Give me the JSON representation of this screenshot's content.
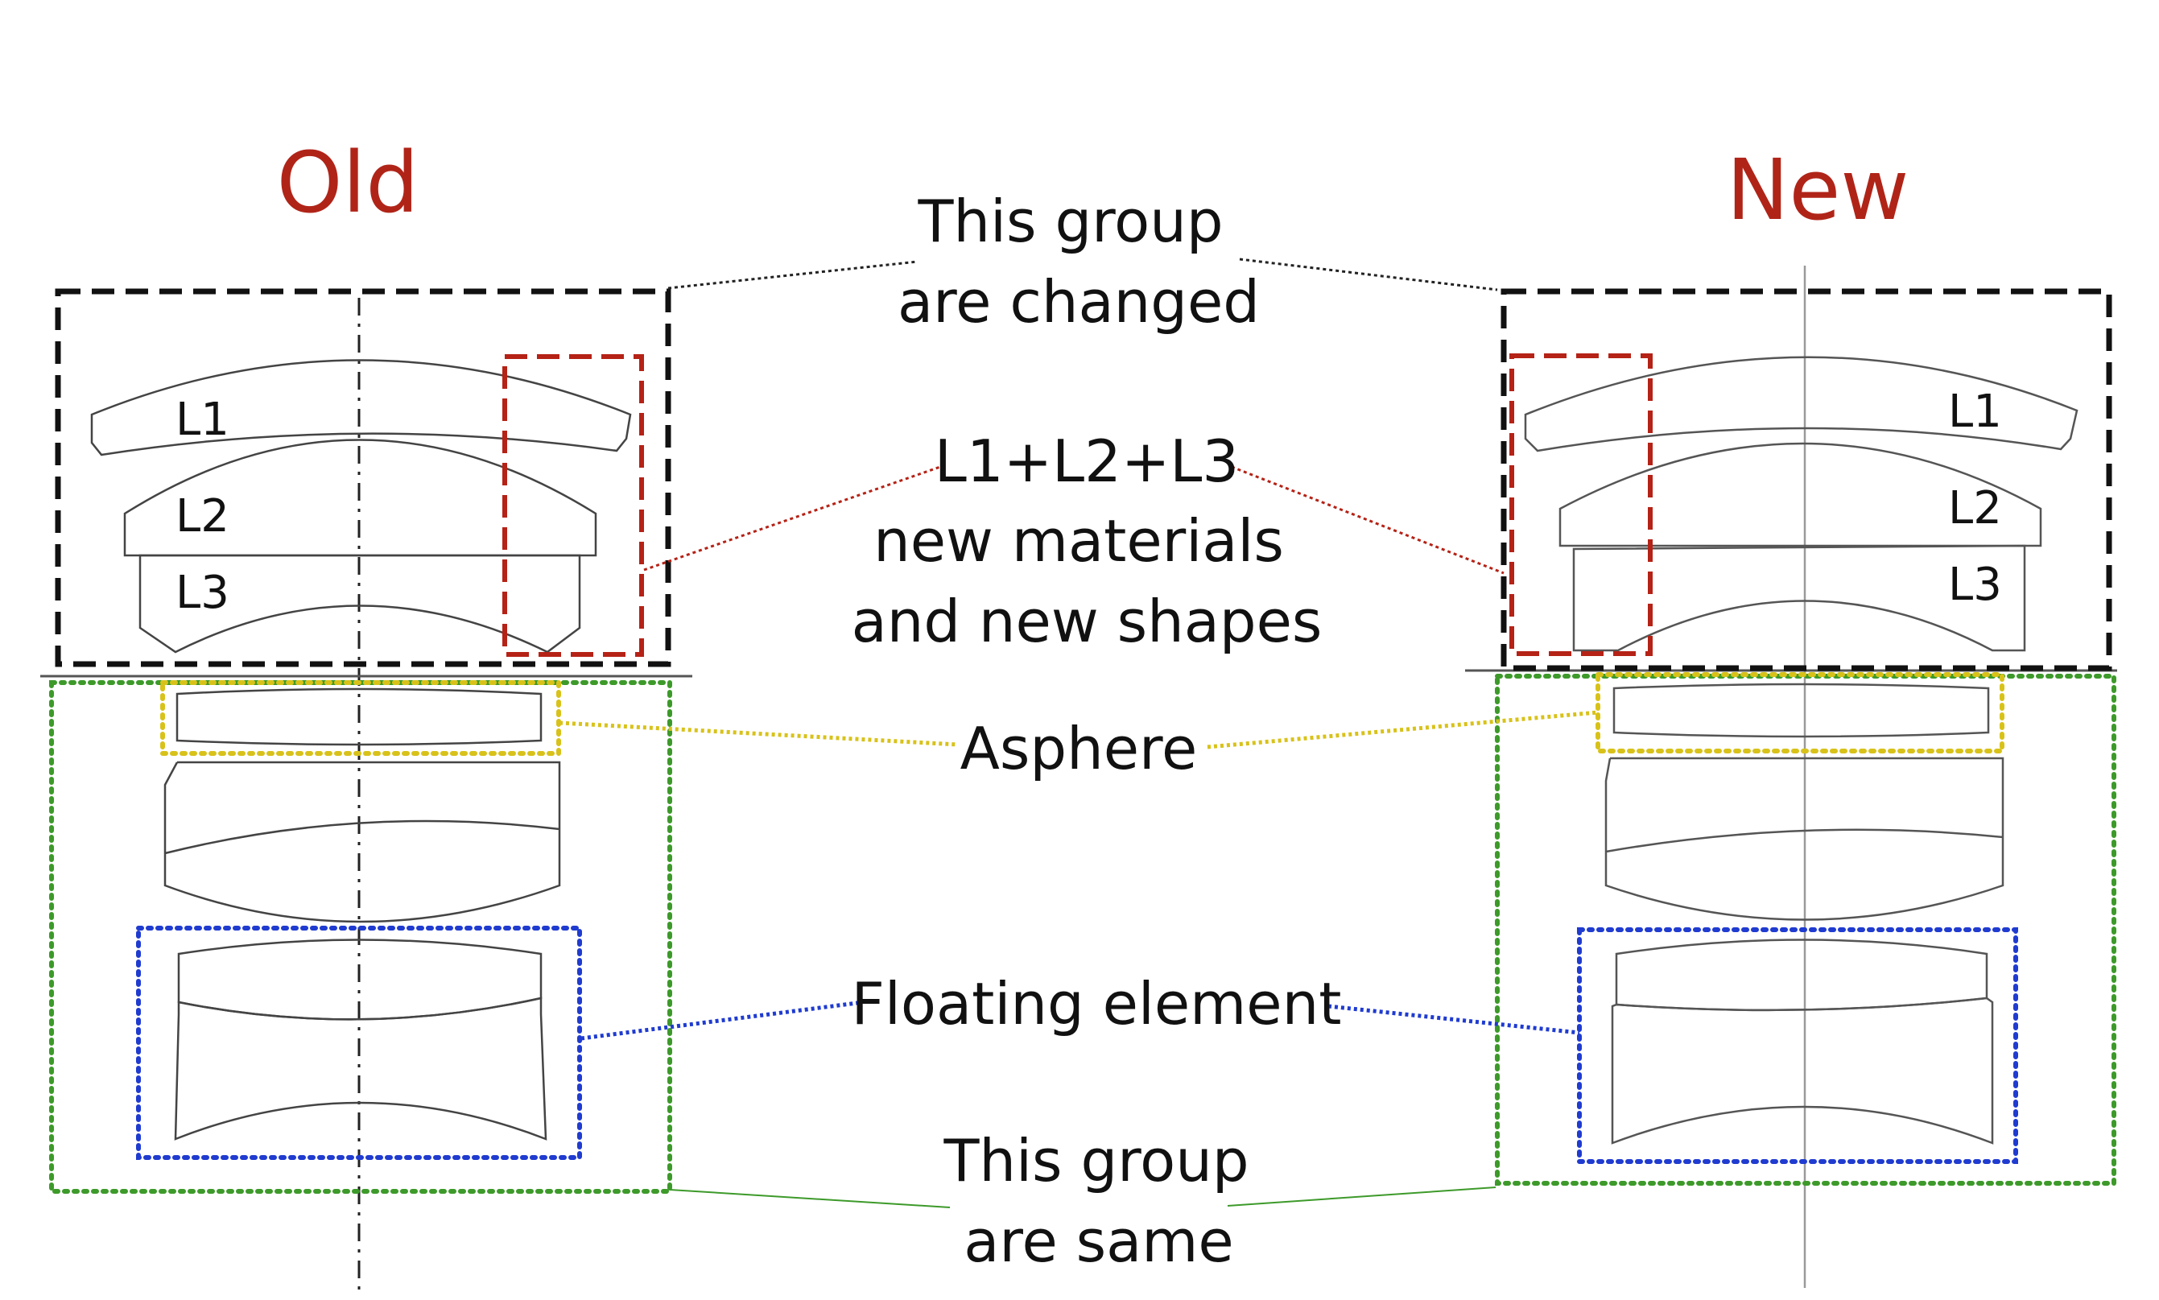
{
  "headings": {
    "old": "Old",
    "new": "New"
  },
  "callouts": {
    "changed_group": [
      "This group",
      "are changed"
    ],
    "materials": [
      "L1+L2+L3",
      "new materials",
      "and new shapes"
    ],
    "asphere": "Asphere",
    "floating": "Floating element",
    "same_group": [
      "This group",
      "are same"
    ]
  },
  "lens_labels": {
    "old": [
      "L1",
      "L2",
      "L3"
    ],
    "new": [
      "L1",
      "L2",
      "L3"
    ]
  },
  "colors": {
    "heading": "#b02418",
    "changed_group_box": "#111111",
    "materials_box": "#b52216",
    "same_group_box": "#3d9a2a",
    "asphere_box": "#d8c21a",
    "floating_box": "#1f3bd0",
    "lens_stroke": "#444444"
  }
}
